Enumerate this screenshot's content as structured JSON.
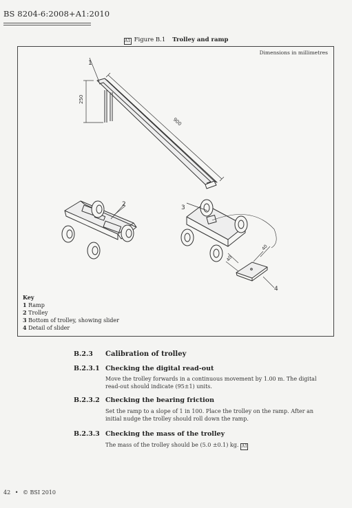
{
  "header": {
    "standard": "BS 8204-6:2008+A1:2010"
  },
  "figure": {
    "amend_mark": "A1",
    "number": "Figure B.1",
    "title": "Trolley and ramp",
    "dimensions_note": "Dimensions in millimetres",
    "callouts": [
      "1",
      "2",
      "3",
      "4"
    ],
    "dim_labels": {
      "height": "250",
      "length": "900",
      "slider_w": "40",
      "slider_d": "40"
    },
    "key_heading": "Key",
    "key": [
      {
        "n": "1",
        "text": "Ramp"
      },
      {
        "n": "2",
        "text": "Trolley"
      },
      {
        "n": "3",
        "text": "Bottom of trolley, showing slider"
      },
      {
        "n": "4",
        "text": "Detail of slider"
      }
    ]
  },
  "sections": [
    {
      "number": "B.2.3",
      "title": "Calibration of trolley",
      "body": ""
    },
    {
      "number": "B.2.3.1",
      "title": "Checking the digital read-out",
      "body": "Move the trolley forwards in a continuous movement by 1.00 m. The digital read-out should indicate (95±1) units."
    },
    {
      "number": "B.2.3.2",
      "title": "Checking the bearing friction",
      "body": "Set the ramp to a slope of 1 in 100. Place the trolley on the ramp. After an initial nudge the trolley should roll down the ramp."
    },
    {
      "number": "B.2.3.3",
      "title": "Checking the mass of the trolley",
      "body": "The mass of the trolley should be (5.0 ±0.1) kg."
    }
  ],
  "end_amend_mark": "A1",
  "footer": {
    "page": "42",
    "bullet": "•",
    "copyright": "© BSI 2010"
  }
}
